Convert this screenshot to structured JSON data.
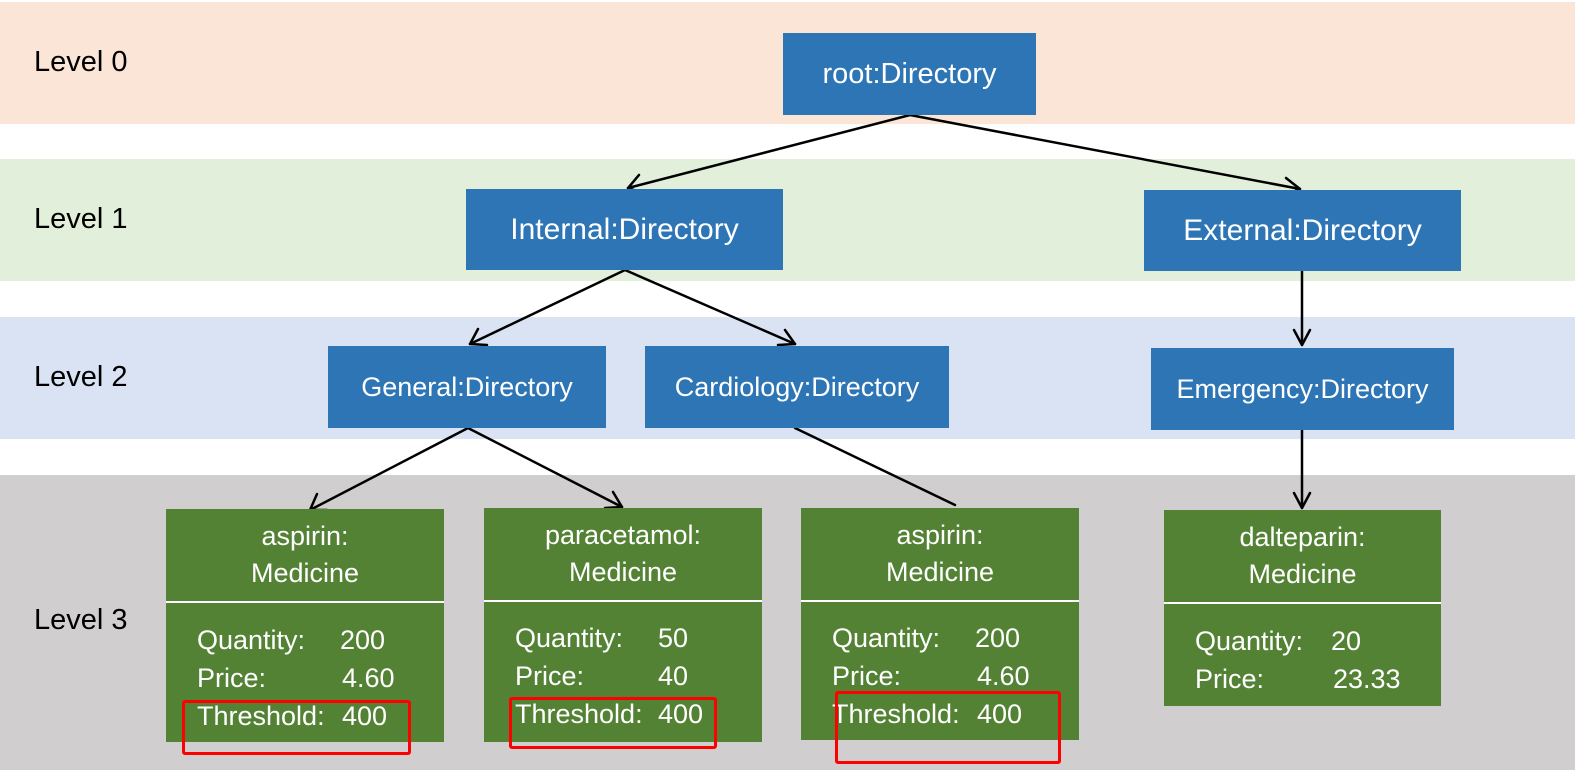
{
  "levels": [
    "Level 0",
    "Level 1",
    "Level 2",
    "Level 3"
  ],
  "colors": {
    "level0_band": "#fbe5d6",
    "level1_band": "#e2efda",
    "level2_band": "#dae3f3",
    "level3_band": "#d0cece",
    "directory_node": "#2e75b6",
    "medicine_node": "#548235",
    "highlight": "#ff0000"
  },
  "directories": {
    "root": "root:Directory",
    "internal": "Internal:Directory",
    "external": "External:Directory",
    "general": "General:Directory",
    "cardiology": "Cardiology:Directory",
    "emergency": "Emergency:Directory"
  },
  "medicines": [
    {
      "name": "aspirin:",
      "type": "Medicine",
      "quantity_label": "Quantity:",
      "quantity": "200",
      "price_label": "Price:",
      "price": "4.60",
      "threshold_label": "Threshold:",
      "threshold": "400"
    },
    {
      "name": "paracetamol:",
      "type": "Medicine",
      "quantity_label": "Quantity:",
      "quantity": "50",
      "price_label": "Price:",
      "price": "40",
      "threshold_label": "Threshold:",
      "threshold": "400"
    },
    {
      "name": "aspirin:",
      "type": "Medicine",
      "quantity_label": "Quantity:",
      "quantity": "200",
      "price_label": "Price:",
      "price": "4.60",
      "threshold_label": "Threshold:",
      "threshold": "400"
    },
    {
      "name": "dalteparin:",
      "type": "Medicine",
      "quantity_label": "Quantity:",
      "quantity": "20",
      "price_label": "Price:",
      "price": "23.33"
    }
  ]
}
